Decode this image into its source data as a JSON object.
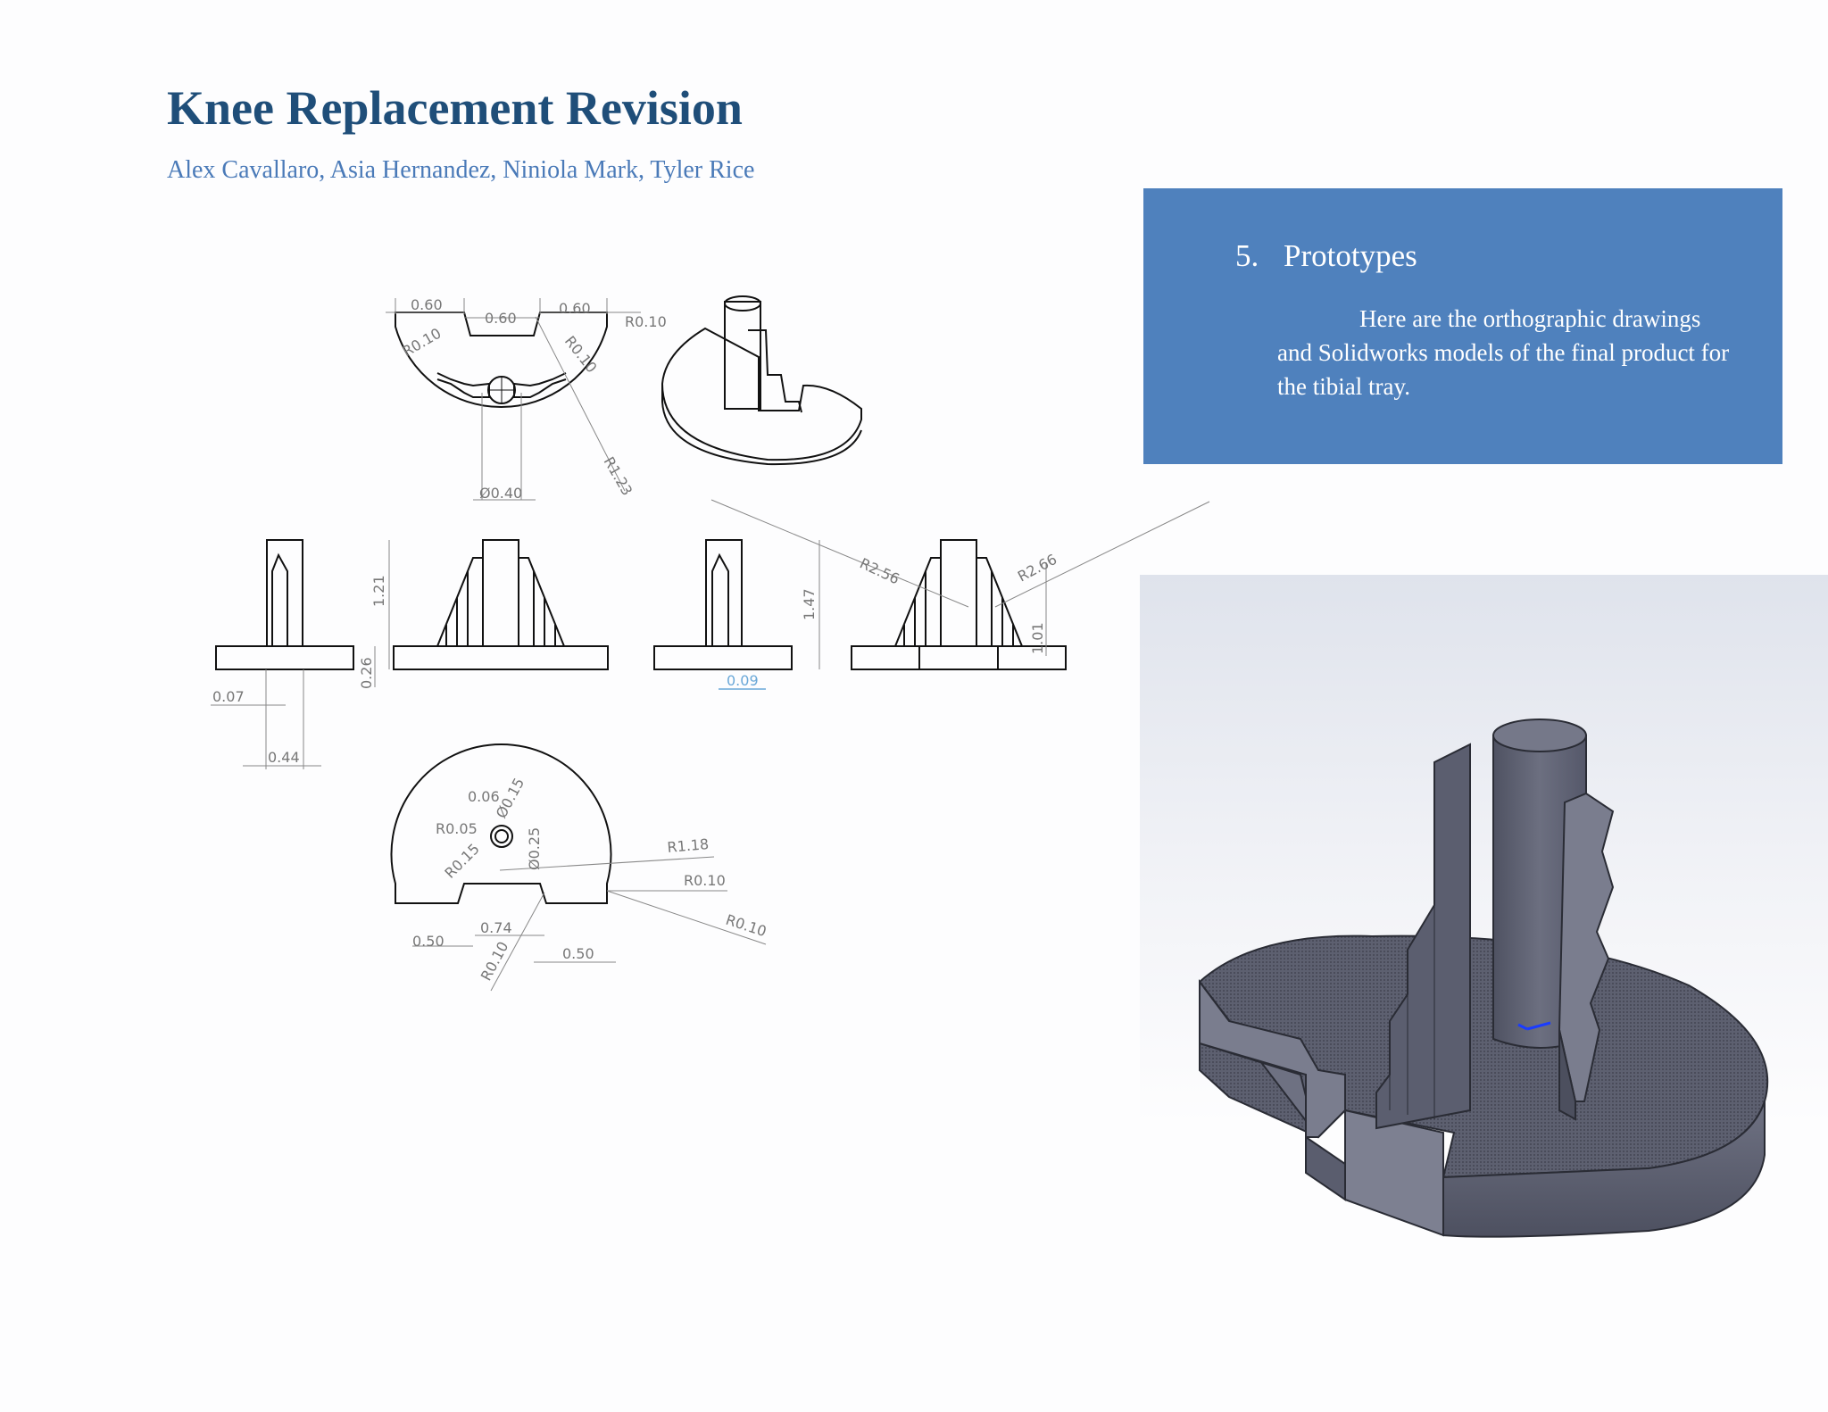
{
  "header": {
    "title": "Knee Replacement Revision",
    "authors": "Alex Cavallaro, Asia Hernandez, Niniola Mark, Tyler Rice"
  },
  "section": {
    "number": "5.",
    "heading": "Prototypes",
    "body": "Here are the orthographic drawings and Solidworks models of the final product for the tibial tray."
  },
  "drawing": {
    "top_view_dims": [
      "0.60",
      "0.60",
      "0.60",
      "R0.10",
      "R0.10",
      "R0.10",
      "R1.23",
      "Ø0.40"
    ],
    "front_view_dims": [
      "1.21",
      "0.26",
      "0.07",
      "0.44"
    ],
    "right_view_dims": [
      "1.47",
      "R2.56",
      "R2.66",
      "1.01",
      "0.09"
    ],
    "bottom_view_dims": [
      "0.06",
      "Ø0.15",
      "R0.05",
      "R0.15",
      "Ø0.25",
      "R1.18",
      "R0.10",
      "R0.10",
      "0.50",
      "0.74",
      "R0.10",
      "0.50"
    ]
  },
  "colors": {
    "title": "#1f4e79",
    "authors": "#4a7ab8",
    "box_bg": "#4f81bd",
    "model_gray": "#5a5d6e"
  }
}
